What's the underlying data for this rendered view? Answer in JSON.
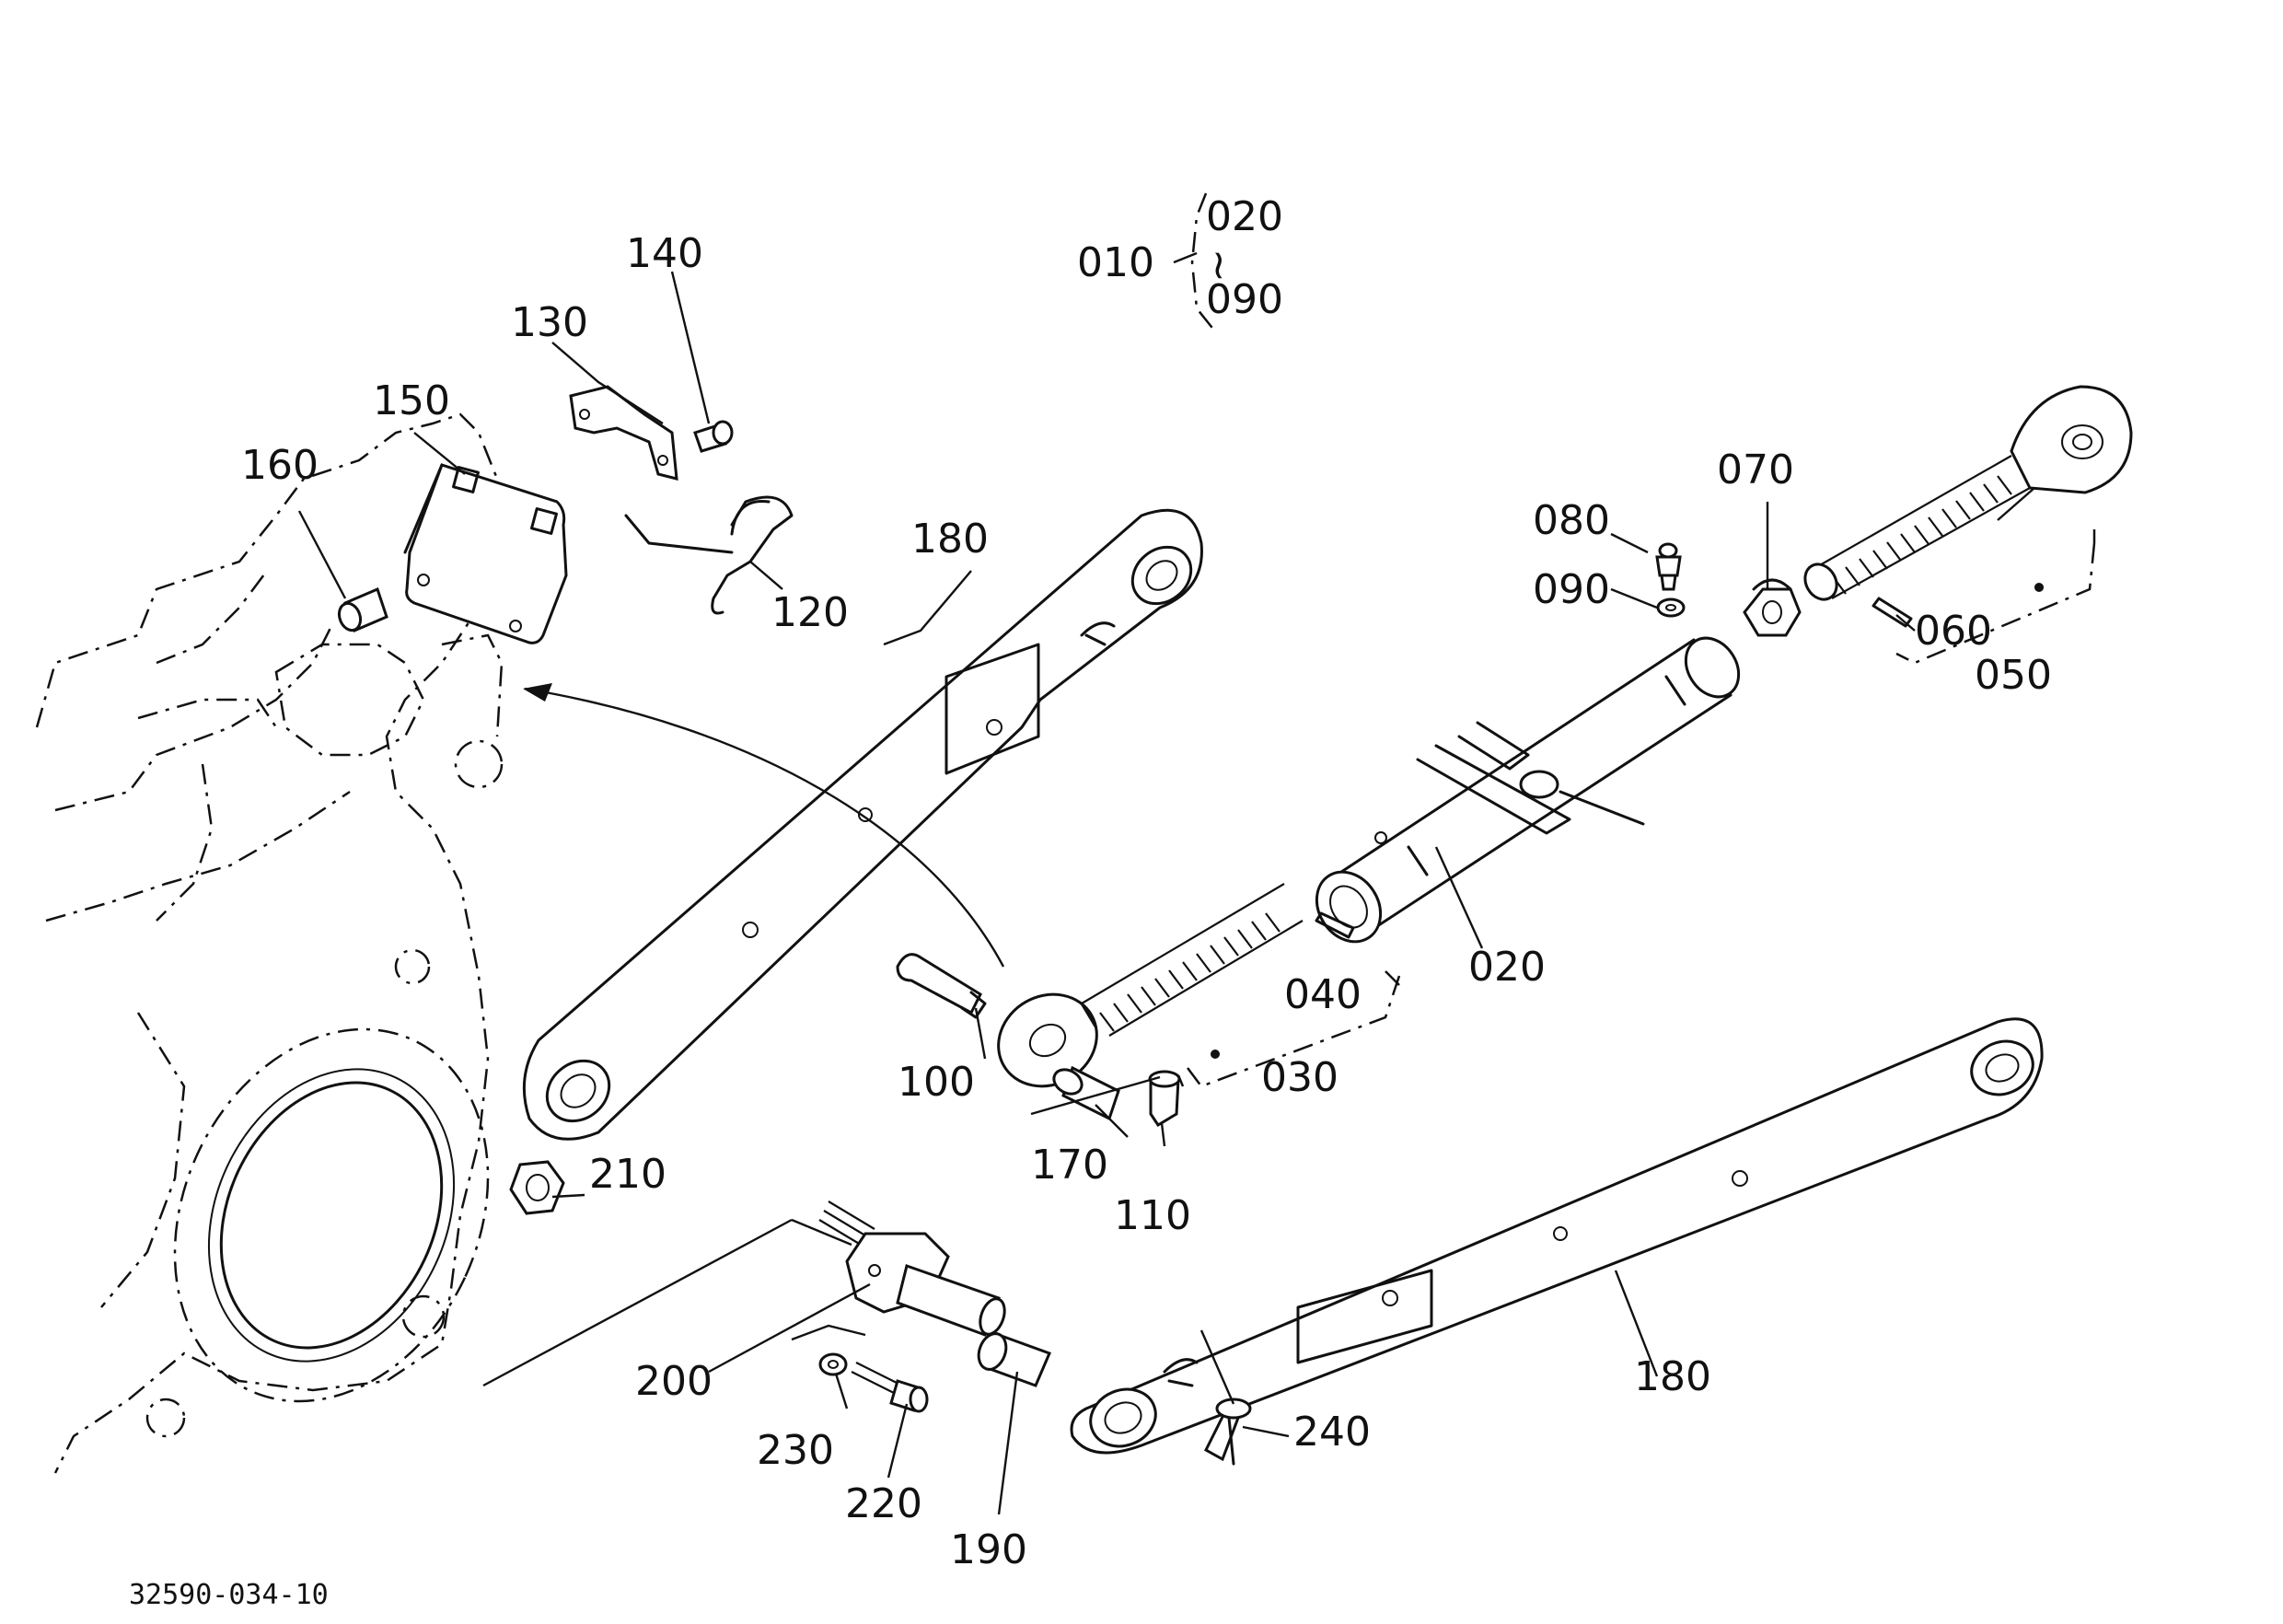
{
  "drawing_code": "32590-034-10",
  "assembly": {
    "parent": "010",
    "range_start": "020",
    "range_sep": "~",
    "range_end": "090"
  },
  "callouts": [
    {
      "id": "020",
      "text": "020"
    },
    {
      "id": "030",
      "text": "030"
    },
    {
      "id": "040",
      "text": "040"
    },
    {
      "id": "050",
      "text": "050"
    },
    {
      "id": "060",
      "text": "060"
    },
    {
      "id": "070",
      "text": "070"
    },
    {
      "id": "080",
      "text": "080"
    },
    {
      "id": "090",
      "text": "090"
    },
    {
      "id": "100",
      "text": "100"
    },
    {
      "id": "110",
      "text": "110"
    },
    {
      "id": "120",
      "text": "120"
    },
    {
      "id": "130",
      "text": "130"
    },
    {
      "id": "140",
      "text": "140"
    },
    {
      "id": "150",
      "text": "150"
    },
    {
      "id": "160",
      "text": "160"
    },
    {
      "id": "170",
      "text": "170"
    },
    {
      "id": "180-upper",
      "text": "180"
    },
    {
      "id": "180-lower",
      "text": "180"
    },
    {
      "id": "190",
      "text": "190"
    },
    {
      "id": "200",
      "text": "200"
    },
    {
      "id": "210",
      "text": "210"
    },
    {
      "id": "220",
      "text": "220"
    },
    {
      "id": "230",
      "text": "230"
    },
    {
      "id": "240",
      "text": "240"
    }
  ]
}
